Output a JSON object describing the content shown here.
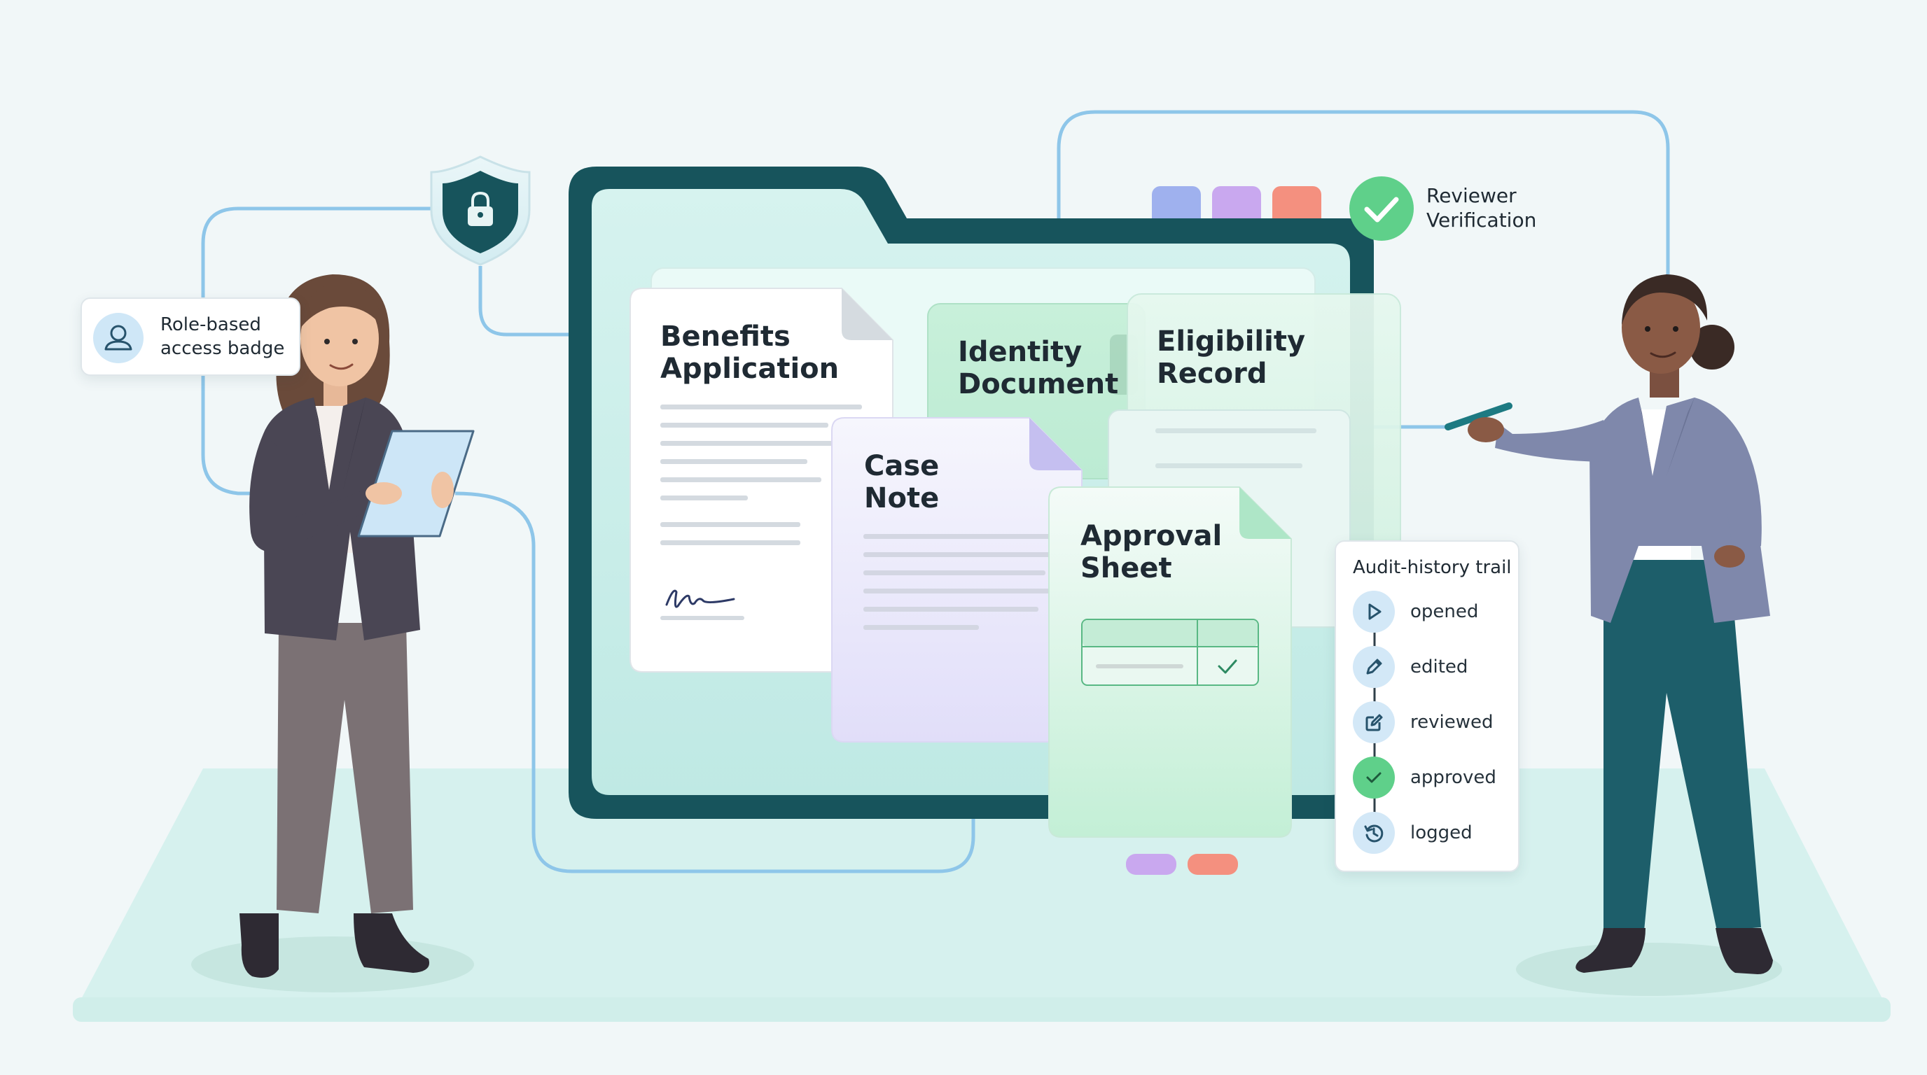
{
  "role_badge": {
    "label": "Role-based\naccess badge",
    "icon": "user-icon"
  },
  "security": {
    "icon": "lock-icon"
  },
  "documents": {
    "benefits_application": "Benefits\nApplication",
    "identity_document": "Identity\nDocument",
    "eligibility_record": "Eligibility\nRecord",
    "case_note": "Case\nNote",
    "approval_sheet": "Approval\nSheet"
  },
  "reviewer": {
    "label": "Reviewer\nVerification",
    "icon": "check-icon"
  },
  "audit": {
    "title": "Audit-history trail",
    "items": [
      {
        "label": "opened",
        "icon": "play-icon"
      },
      {
        "label": "edited",
        "icon": "pencil-icon"
      },
      {
        "label": "reviewed",
        "icon": "edit-square-icon"
      },
      {
        "label": "approved",
        "icon": "check-icon"
      },
      {
        "label": "logged",
        "icon": "history-icon"
      }
    ]
  },
  "colors": {
    "folder_frame": "#17545c",
    "folder_fill": "#c5ede8",
    "floor": "#d6f1ee",
    "connector": "#8ec6e9",
    "verified_green": "#5fd08a",
    "tab_blue": "#9fb1ee",
    "tab_purple": "#c9a8ef",
    "tab_coral": "#f4907f"
  }
}
